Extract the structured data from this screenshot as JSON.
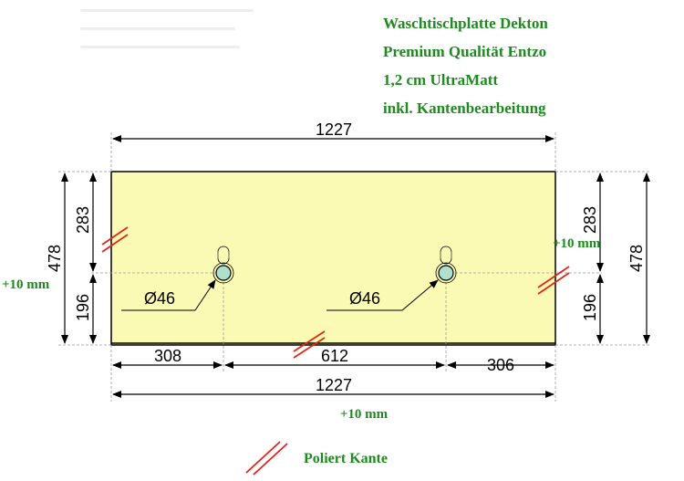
{
  "title_lines": [
    "Waschtischplatte Dekton",
    "Premium Qualität Entzo",
    "1,2 cm UltraMatt",
    "inkl. Kantenbearbeitung"
  ],
  "dimensions": {
    "top_width": "1227",
    "bottom_width": "1227",
    "left_height_total": "478",
    "left_height_top": "283",
    "left_height_bottom": "196",
    "right_height_total": "478",
    "right_height_top": "283",
    "right_height_bottom": "196",
    "segment_left": "308",
    "segment_middle": "612",
    "segment_right": "306"
  },
  "holes": {
    "left_diameter": "Ø46",
    "right_diameter": "Ø46"
  },
  "tolerances": {
    "left": "+10 mm",
    "right": "+10 mm",
    "bottom": "+10 mm"
  },
  "legend": {
    "label": "Poliert Kante"
  },
  "colors": {
    "slab_fill": "#fafab4",
    "tolerance_green": "#1f8a1f",
    "polish_marker_red": "#e0261c",
    "hole_fill": "#aee0cd"
  }
}
